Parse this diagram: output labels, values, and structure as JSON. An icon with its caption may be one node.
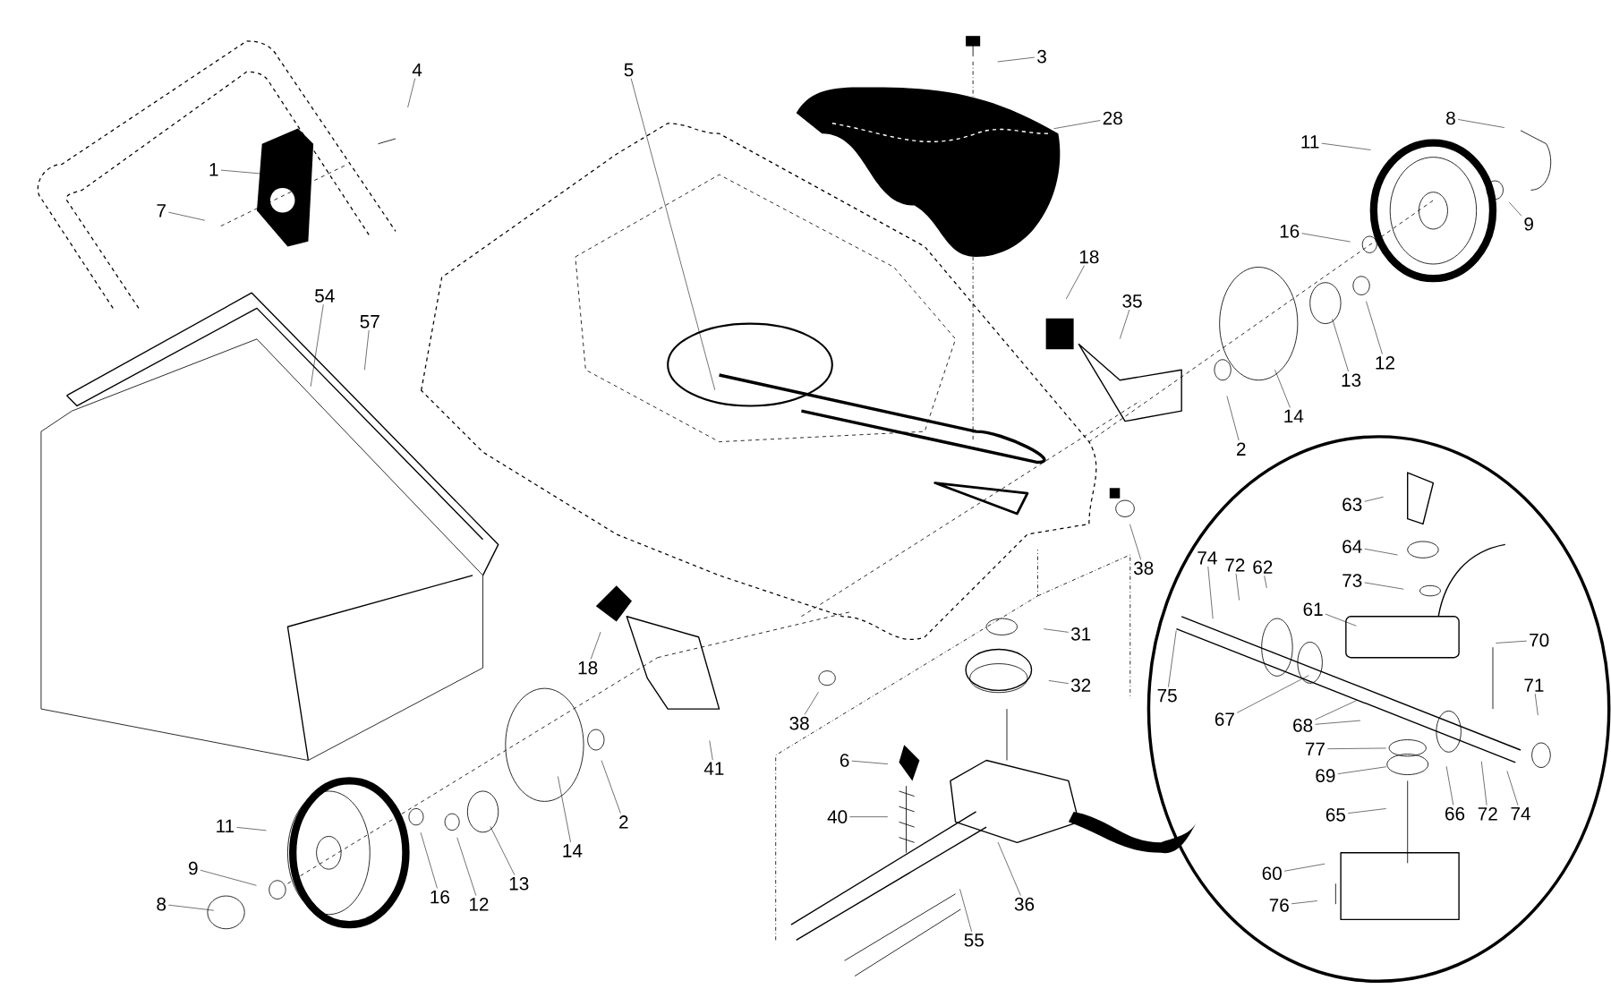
{
  "diagram": {
    "nodes": [
      {
        "text": [
          "4"
        ]
      },
      {
        "text": [
          "1"
        ]
      },
      {
        "text": [
          "7"
        ]
      },
      {
        "text": [
          "54"
        ]
      },
      {
        "text": [
          "57"
        ]
      },
      {
        "text": [
          "5"
        ]
      },
      {
        "text": [
          "3"
        ]
      },
      {
        "text": [
          "28"
        ]
      },
      {
        "text": [
          "8"
        ]
      },
      {
        "text": [
          "11"
        ]
      },
      {
        "text": [
          "9"
        ]
      },
      {
        "text": [
          "16"
        ]
      },
      {
        "text": [
          "18"
        ]
      },
      {
        "text": [
          "35"
        ]
      },
      {
        "text": [
          "12"
        ]
      },
      {
        "text": [
          "13"
        ]
      },
      {
        "text": [
          "14"
        ]
      },
      {
        "text": [
          "2"
        ]
      },
      {
        "text": [
          "38"
        ]
      },
      {
        "text": [
          "63"
        ]
      },
      {
        "text": [
          "64"
        ]
      },
      {
        "text": [
          "73"
        ]
      },
      {
        "text": [
          "74"
        ]
      },
      {
        "text": [
          "72"
        ]
      },
      {
        "text": [
          "62"
        ]
      },
      {
        "text": [
          "61"
        ]
      },
      {
        "text": [
          "70"
        ]
      },
      {
        "text": [
          "75"
        ]
      },
      {
        "text": [
          "71"
        ]
      },
      {
        "text": [
          "67"
        ]
      },
      {
        "text": [
          "68"
        ]
      },
      {
        "text": [
          "77"
        ]
      },
      {
        "text": [
          "69"
        ]
      },
      {
        "text": [
          "65"
        ]
      },
      {
        "text": [
          "66"
        ]
      },
      {
        "text": [
          "72"
        ]
      },
      {
        "text": [
          "74"
        ]
      },
      {
        "text": [
          "60"
        ]
      },
      {
        "text": [
          "76"
        ]
      },
      {
        "text": [
          "31"
        ]
      },
      {
        "text": [
          "32"
        ]
      },
      {
        "text": [
          "18"
        ]
      },
      {
        "text": [
          "38"
        ]
      },
      {
        "text": [
          "41"
        ]
      },
      {
        "text": [
          "6"
        ]
      },
      {
        "text": [
          "40"
        ]
      },
      {
        "text": [
          "2"
        ]
      },
      {
        "text": [
          "14"
        ]
      },
      {
        "text": [
          "13"
        ]
      },
      {
        "text": [
          "12"
        ]
      },
      {
        "text": [
          "16"
        ]
      },
      {
        "text": [
          "11"
        ]
      },
      {
        "text": [
          "9"
        ]
      },
      {
        "text": [
          "8"
        ]
      },
      {
        "text": [
          "36"
        ]
      },
      {
        "text": [
          "55"
        ]
      }
    ],
    "edges": [
      {
        "from": 0,
        "to": null,
        "arrow": "none"
      },
      {
        "from": 1,
        "to": null,
        "arrow": "none"
      },
      {
        "from": 2,
        "to": null,
        "arrow": "none"
      },
      {
        "from": 3,
        "to": null,
        "arrow": "none"
      },
      {
        "from": 4,
        "to": null,
        "arrow": "none"
      },
      {
        "from": 5,
        "to": null,
        "arrow": "none"
      },
      {
        "from": 6,
        "to": null,
        "arrow": "none"
      },
      {
        "from": 7,
        "to": null,
        "arrow": "none"
      },
      {
        "from": 8,
        "to": null,
        "arrow": "none"
      },
      {
        "from": 9,
        "to": null,
        "arrow": "none"
      },
      {
        "from": 10,
        "to": null,
        "arrow": "none"
      },
      {
        "from": 11,
        "to": null,
        "arrow": "none"
      },
      {
        "from": 12,
        "to": null,
        "arrow": "none"
      },
      {
        "from": 13,
        "to": null,
        "arrow": "none"
      },
      {
        "from": 14,
        "to": null,
        "arrow": "none"
      },
      {
        "from": 15,
        "to": null,
        "arrow": "none"
      },
      {
        "from": 16,
        "to": null,
        "arrow": "none"
      },
      {
        "from": 17,
        "to": null,
        "arrow": "none"
      },
      {
        "from": 18,
        "to": null,
        "arrow": "none"
      },
      {
        "from": 19,
        "to": null,
        "arrow": "none"
      },
      {
        "from": 20,
        "to": null,
        "arrow": "none"
      },
      {
        "from": 21,
        "to": null,
        "arrow": "none"
      },
      {
        "from": 22,
        "to": null,
        "arrow": "none"
      },
      {
        "from": 23,
        "to": null,
        "arrow": "none"
      },
      {
        "from": 24,
        "to": null,
        "arrow": "none"
      },
      {
        "from": 25,
        "to": null,
        "arrow": "none"
      },
      {
        "from": 26,
        "to": null,
        "arrow": "none"
      },
      {
        "from": 27,
        "to": null,
        "arrow": "none"
      },
      {
        "from": 28,
        "to": null,
        "arrow": "none"
      },
      {
        "from": 29,
        "to": null,
        "arrow": "none"
      },
      {
        "from": 30,
        "to": null,
        "arrow": "none"
      },
      {
        "from": 30,
        "to": null,
        "arrow": "none"
      },
      {
        "from": 31,
        "to": null,
        "arrow": "none"
      },
      {
        "from": 32,
        "to": null,
        "arrow": "none"
      },
      {
        "from": 33,
        "to": null,
        "arrow": "none"
      },
      {
        "from": 34,
        "to": null,
        "arrow": "none"
      },
      {
        "from": 35,
        "to": null,
        "arrow": "none"
      },
      {
        "from": 36,
        "to": null,
        "arrow": "none"
      },
      {
        "from": 37,
        "to": null,
        "arrow": "none"
      },
      {
        "from": 38,
        "to": null,
        "arrow": "none"
      },
      {
        "from": 39,
        "to": null,
        "arrow": "none"
      },
      {
        "from": 40,
        "to": null,
        "arrow": "none"
      },
      {
        "from": 41,
        "to": null,
        "arrow": "none"
      },
      {
        "from": 42,
        "to": null,
        "arrow": "none"
      },
      {
        "from": 43,
        "to": null,
        "arrow": "none"
      },
      {
        "from": 44,
        "to": null,
        "arrow": "none"
      },
      {
        "from": 45,
        "to": null,
        "arrow": "none"
      },
      {
        "from": 46,
        "to": null,
        "arrow": "none"
      },
      {
        "from": 47,
        "to": null,
        "arrow": "none"
      },
      {
        "from": 48,
        "to": null,
        "arrow": "none"
      },
      {
        "from": 49,
        "to": null,
        "arrow": "none"
      },
      {
        "from": 50,
        "to": null,
        "arrow": "none"
      },
      {
        "from": 51,
        "to": null,
        "arrow": "none"
      },
      {
        "from": 52,
        "to": null,
        "arrow": "none"
      },
      {
        "from": 53,
        "to": null,
        "arrow": "none"
      },
      {
        "from": 54,
        "to": null,
        "arrow": "none"
      },
      {
        "from": 55,
        "to": null,
        "arrow": "none"
      }
    ]
  }
}
